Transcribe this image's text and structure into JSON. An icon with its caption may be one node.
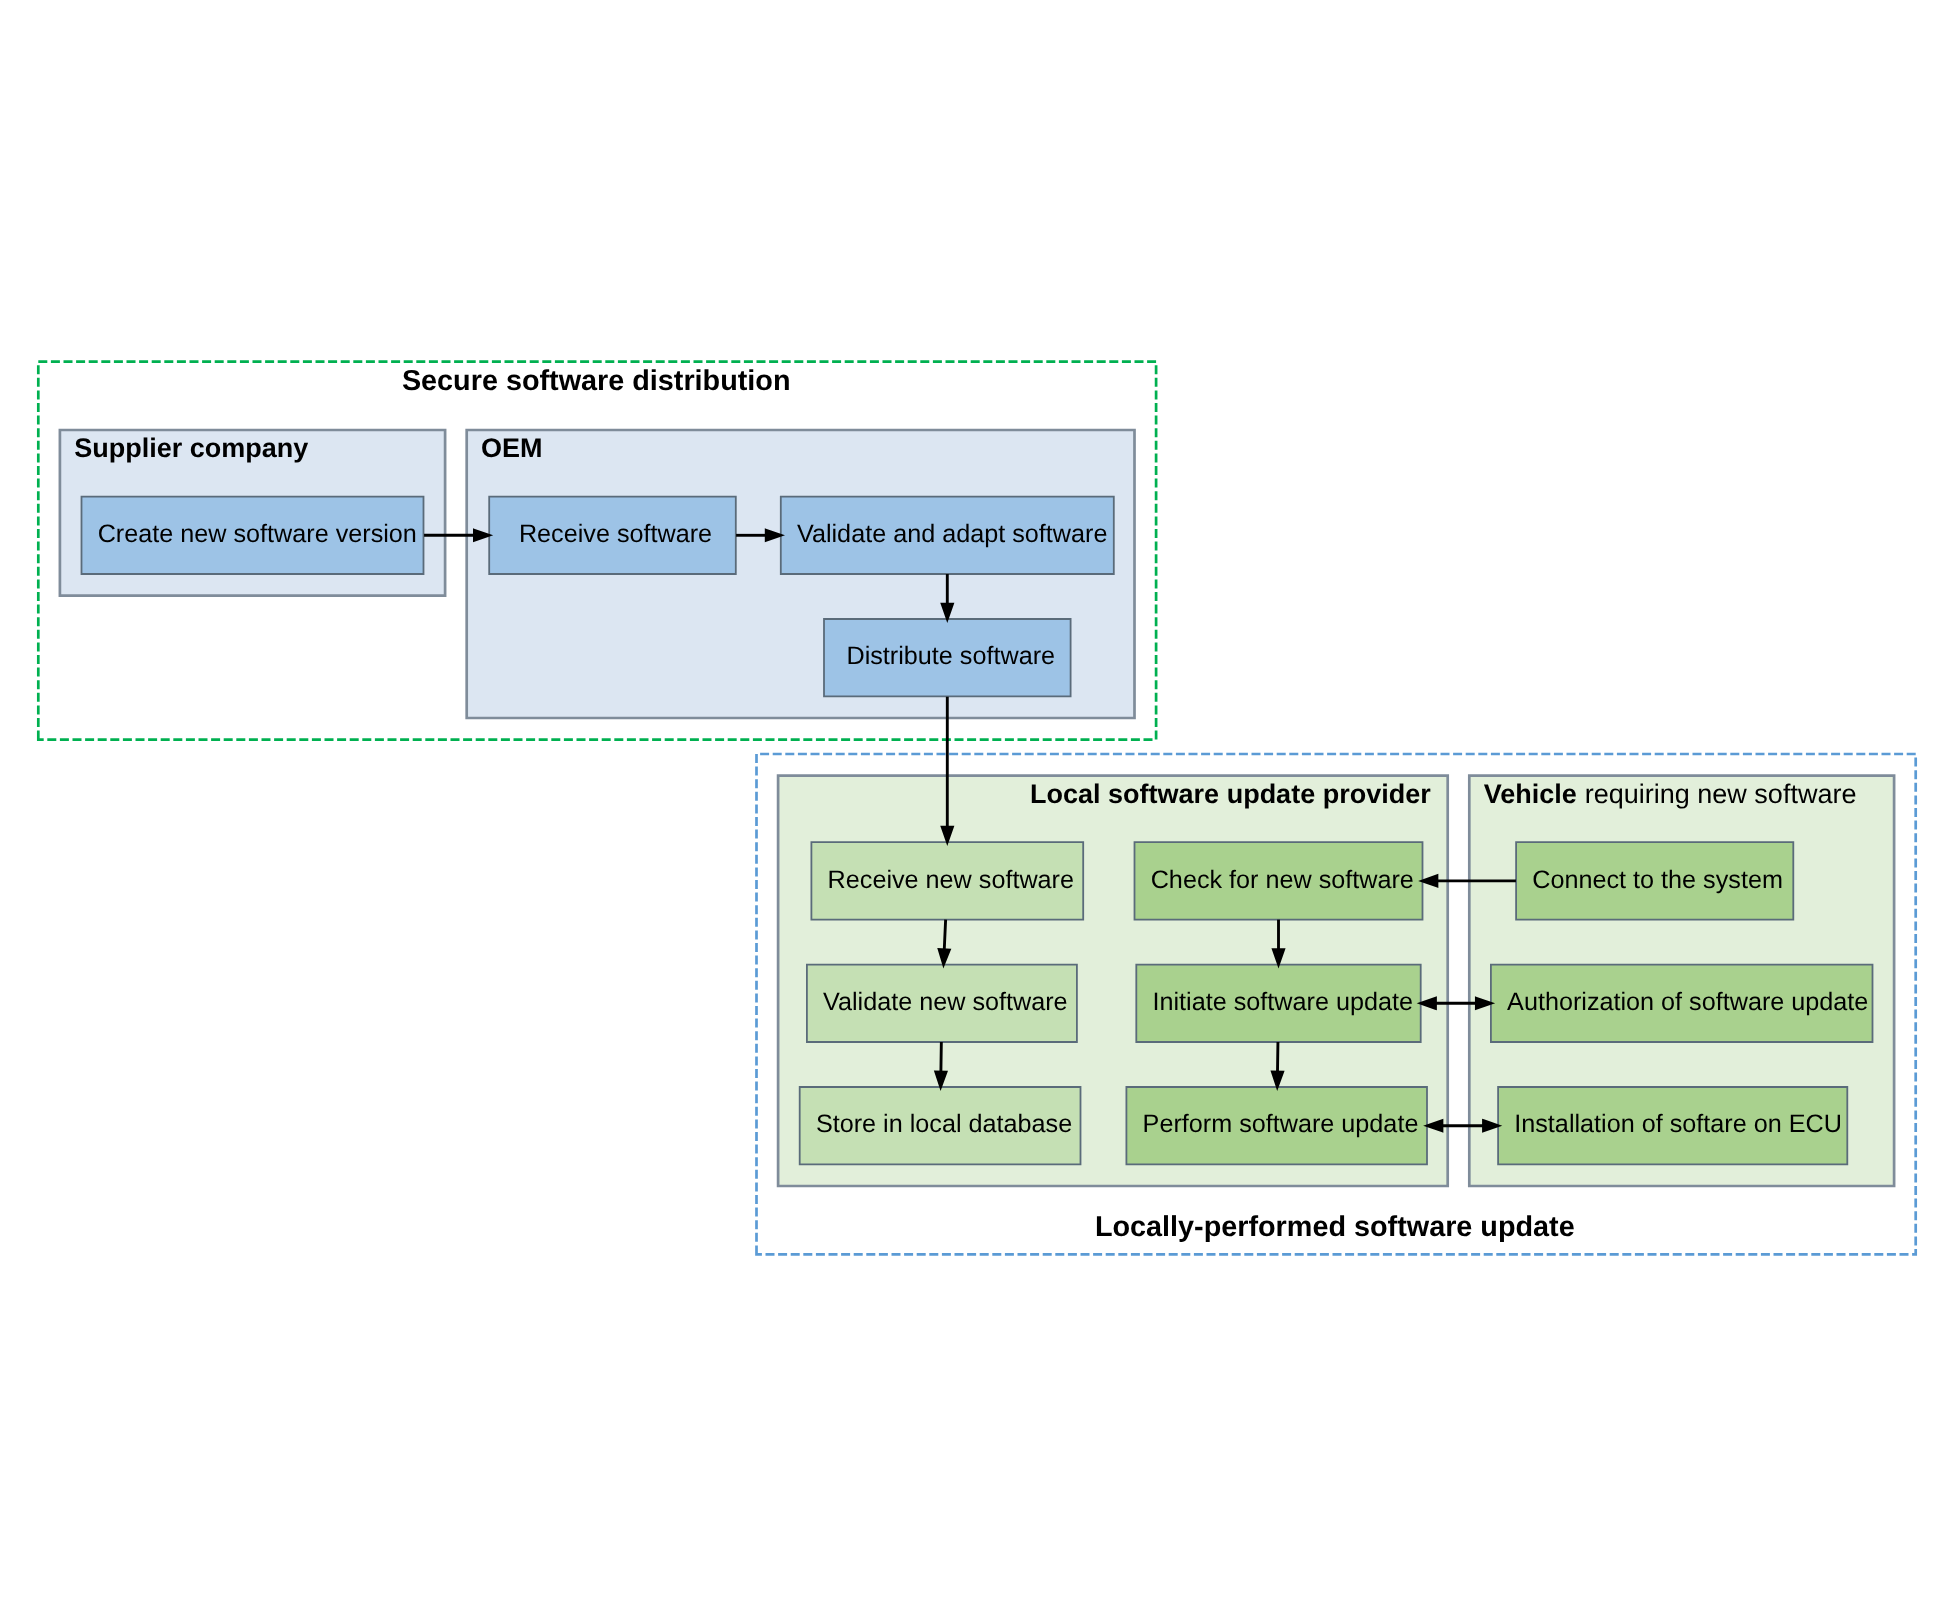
{
  "diagram": {
    "nodes": [
      {
        "text": [
          "Secure software distribution"
        ]
      },
      {
        "text": [
          "Supplier company"
        ],
        "in": 0
      },
      {
        "text": [
          "Create new software version"
        ],
        "in": 1
      },
      {
        "text": [
          "OEM"
        ],
        "in": 0
      },
      {
        "text": [
          "Receive software"
        ],
        "in": 3
      },
      {
        "text": [
          "Validate and adapt software"
        ],
        "in": 3
      },
      {
        "text": [
          "Distribute software"
        ],
        "in": 3
      },
      {
        "text": [
          "Locally-performed software update"
        ]
      },
      {
        "text": [
          "Local software update provider"
        ],
        "in": 7
      },
      {
        "text": [
          "Receive new software"
        ],
        "in": 8
      },
      {
        "text": [
          "Validate new software"
        ],
        "in": 8
      },
      {
        "text": [
          "Store in local database"
        ],
        "in": 8
      },
      {
        "text": [
          "Check for new software"
        ],
        "in": 8
      },
      {
        "text": [
          "Initiate software update"
        ],
        "in": 8
      },
      {
        "text": [
          "Perform software update"
        ],
        "in": 8
      },
      {
        "text": [
          "**Vehicle** requiring new software"
        ],
        "in": 7
      },
      {
        "text": [
          "Connect to the system"
        ],
        "in": 15
      },
      {
        "text": [
          "Authorization of software update"
        ],
        "in": 15
      },
      {
        "text": [
          "Installation of softare on ECU"
        ],
        "in": 15
      }
    ],
    "edges": [
      {
        "from": 2,
        "to": 4,
        "arrow": "to"
      },
      {
        "from": 4,
        "to": 5,
        "arrow": "to"
      },
      {
        "from": 5,
        "to": 6,
        "arrow": "to"
      },
      {
        "from": 6,
        "to": 9,
        "arrow": "to"
      },
      {
        "from": 9,
        "to": 10,
        "arrow": "to"
      },
      {
        "from": 10,
        "to": 11,
        "arrow": "to"
      },
      {
        "from": 12,
        "to": 13,
        "arrow": "to"
      },
      {
        "from": 13,
        "to": 14,
        "arrow": "to"
      },
      {
        "from": 16,
        "to": 12,
        "arrow": "to"
      },
      {
        "from": 13,
        "to": 17,
        "arrow": "both"
      },
      {
        "from": 14,
        "to": 18,
        "arrow": "both"
      }
    ]
  }
}
